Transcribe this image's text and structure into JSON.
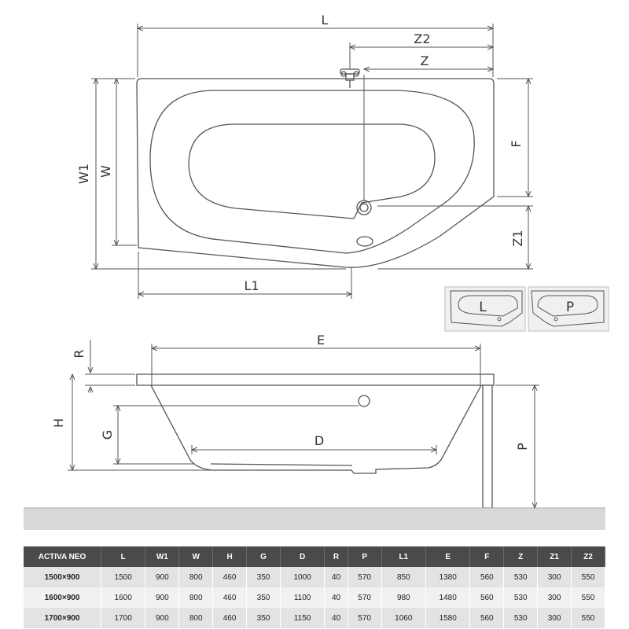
{
  "plan_labels": {
    "L": "L",
    "Z2": "Z2",
    "Z": "Z",
    "W1": "W1",
    "W": "W",
    "F": "F",
    "Z1": "Z1",
    "L1": "L1"
  },
  "variant_labels": {
    "left": "L",
    "right": "P"
  },
  "side_labels": {
    "E": "E",
    "R": "R",
    "H": "H",
    "G": "G",
    "D": "D",
    "P": "P"
  },
  "table": {
    "headers": [
      "ACTIVA NEO",
      "L",
      "W1",
      "W",
      "H",
      "G",
      "D",
      "R",
      "P",
      "L1",
      "E",
      "F",
      "Z",
      "Z1",
      "Z2"
    ],
    "rows": [
      [
        "1500×900",
        "1500",
        "900",
        "800",
        "460",
        "350",
        "1000",
        "40",
        "570",
        "850",
        "1380",
        "560",
        "530",
        "300",
        "550"
      ],
      [
        "1600×900",
        "1600",
        "900",
        "800",
        "460",
        "350",
        "1100",
        "40",
        "570",
        "980",
        "1480",
        "560",
        "530",
        "300",
        "550"
      ],
      [
        "1700×900",
        "1700",
        "900",
        "800",
        "460",
        "350",
        "1150",
        "40",
        "570",
        "1060",
        "1580",
        "560",
        "530",
        "300",
        "550"
      ]
    ]
  },
  "colors": {
    "line": "#555555",
    "floor": "#d9d9d9",
    "header": "#4a4a4a"
  }
}
